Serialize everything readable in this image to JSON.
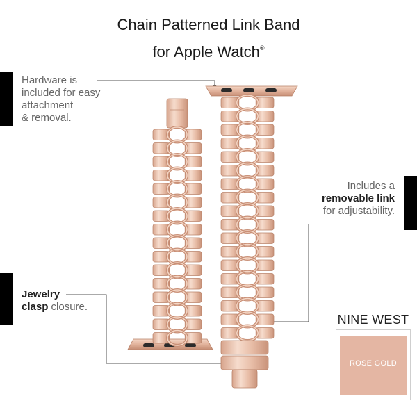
{
  "title_line1": "Chain Patterned Link Band",
  "title_line2": "for Apple Watch",
  "title_mark": "®",
  "callouts": {
    "hardware": {
      "line1": "Hardware is",
      "line2": "included for easy",
      "line3": "attachment",
      "line4": "& removal."
    },
    "removable": {
      "line1": "Includes a",
      "line2_bold": "removable link",
      "line3": "for adjustability."
    },
    "clasp": {
      "line1_bold": "Jewelry",
      "line2_bold": "clasp",
      "line2_rest": " closure."
    }
  },
  "brand": "NINE WEST",
  "swatch": {
    "label": "ROSE GOLD",
    "color": "#e4b6a3"
  },
  "colors": {
    "band": "#e9c2ae",
    "band_dark": "#c08b72",
    "accent_bar": "#000000"
  }
}
